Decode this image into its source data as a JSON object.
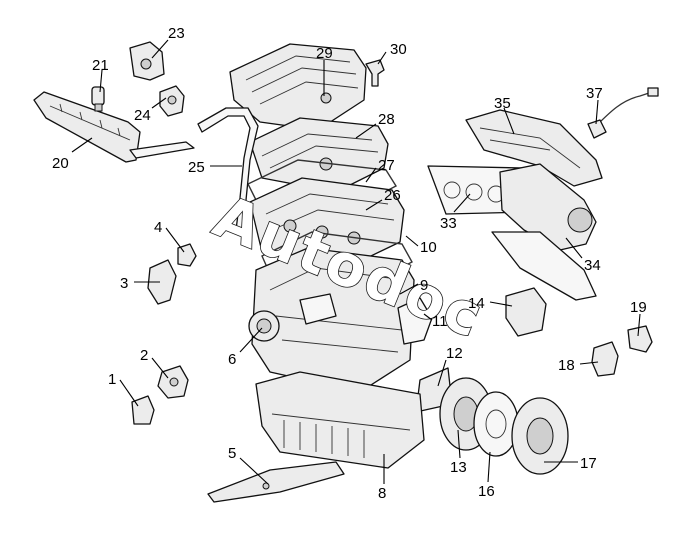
{
  "diagram": {
    "watermark": "Autodoc",
    "callouts": [
      "1",
      "2",
      "3",
      "4",
      "5",
      "6",
      "8",
      "9",
      "10",
      "11",
      "12",
      "13",
      "14",
      "16",
      "17",
      "18",
      "19",
      "20",
      "21",
      "23",
      "24",
      "25",
      "26",
      "27",
      "28",
      "29",
      "30",
      "33",
      "34",
      "35",
      "37"
    ]
  }
}
